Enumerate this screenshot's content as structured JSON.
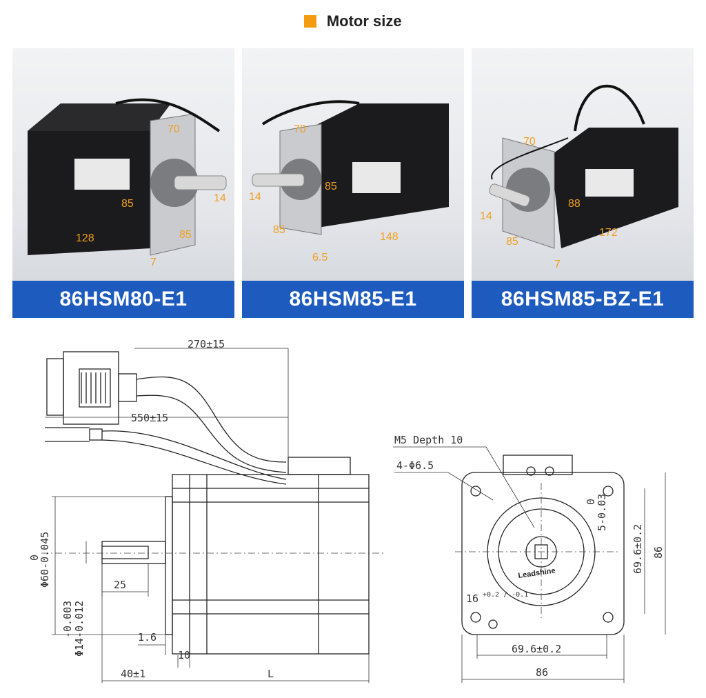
{
  "header": {
    "title": "Motor size",
    "accent": "#f39c12"
  },
  "models": [
    {
      "name": "86HSM80-E1",
      "dims": [
        "70",
        "85",
        "14",
        "128",
        "85",
        "7"
      ]
    },
    {
      "name": "86HSM85-E1",
      "dims": [
        "70",
        "85",
        "14",
        "85",
        "148",
        "6.5"
      ]
    },
    {
      "name": "86HSM85-BZ-E1",
      "dims": [
        "70",
        "88",
        "14",
        "85",
        "172",
        "7"
      ]
    }
  ],
  "band_color": "#1e5bbf",
  "drawing": {
    "cable_enc": "270±15",
    "cable_pwr": "550±15",
    "flange_dia": "Φ60-0.045",
    "flange_dia_top": "0",
    "shaft_dia": "Φ14-0.012",
    "shaft_dia_top": "-0.003",
    "key_len": "25",
    "flange_thk": "1.6",
    "shoulder": "10",
    "shaft_len": "40±1",
    "body_len": "L",
    "tap_note": "M5 Depth 10",
    "holes_note": "4-Φ6.5",
    "key_w": "5-0.03",
    "key_w_top": "0",
    "key_h": "16",
    "key_h_tol": "+0.2 / -0.1",
    "pitch_v": "69.6±0.2",
    "pitch_h": "69.6±0.2",
    "size_v": "86",
    "size_h": "86",
    "brand": "Leadshine"
  }
}
